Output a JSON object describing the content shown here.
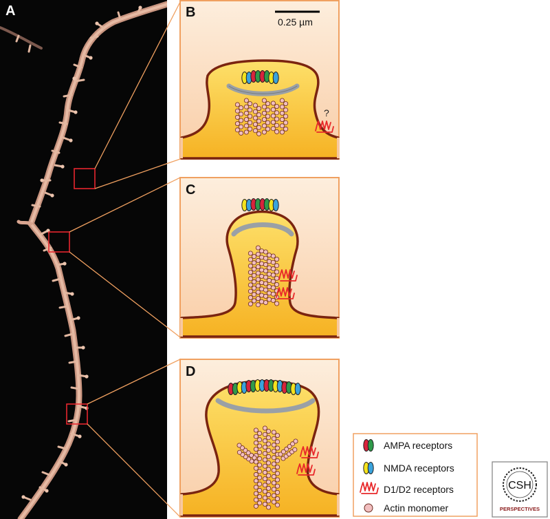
{
  "panels": {
    "a": {
      "letter": "A"
    },
    "b": {
      "letter": "B",
      "scale_bar": "0.25 µm",
      "question": "?"
    },
    "c": {
      "letter": "C"
    },
    "d": {
      "letter": "D"
    }
  },
  "legend": {
    "ampa": "AMPA receptors",
    "nmda": "NMDA receptors",
    "d1d2": "D1/D2 receptors",
    "actin": "Actin monomer"
  },
  "logo": {
    "line1": "CSH",
    "line2": "PERSPECTIVES"
  },
  "colors": {
    "panel_border": "#f0a060",
    "panel_bg_top": "#fde9d6",
    "panel_bg_bottom": "#f8c9a0",
    "spine_fill": "#fcc93a",
    "spine_outline": "#7a2410",
    "psd": "#9aa0a6",
    "ampa_red": "#d8243c",
    "ampa_green": "#2f9a4a",
    "nmda_yellow": "#f4e21e",
    "nmda_blue": "#3aa3dc",
    "d1d2_red": "#e8282a",
    "actin": "#f2bfc0",
    "inset_box": "#e8262e",
    "dendrite": "#d9a590"
  }
}
